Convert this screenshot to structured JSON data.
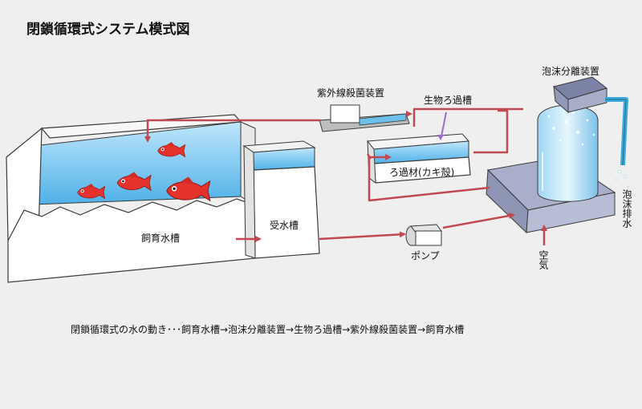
{
  "title": "閉鎖循環式システム模式図",
  "labels": {
    "rearing_tank": "飼育水槽",
    "receiving_tank": "受水槽",
    "pump": "ポンプ",
    "uv_sterilizer": "紫外線殺菌装置",
    "biofilter": "生物ろ過槽",
    "filter_media": "ろ過材(カキ殻)",
    "foam_separator": "泡沫分離装置",
    "foam_drain": "泡沫排水",
    "air": "空気"
  },
  "flow_description": "閉鎖循環式の水の動き･･･飼育水槽→泡沫分離装置→生物ろ過槽→紫外線殺菌装置→飼育水槽",
  "colors": {
    "background": "#efefef",
    "pipe": "#c04a50",
    "water": "#74c3ef",
    "fish": "#e5322d",
    "tank_wall": "#ffffff",
    "outline": "#3a3a3a"
  }
}
